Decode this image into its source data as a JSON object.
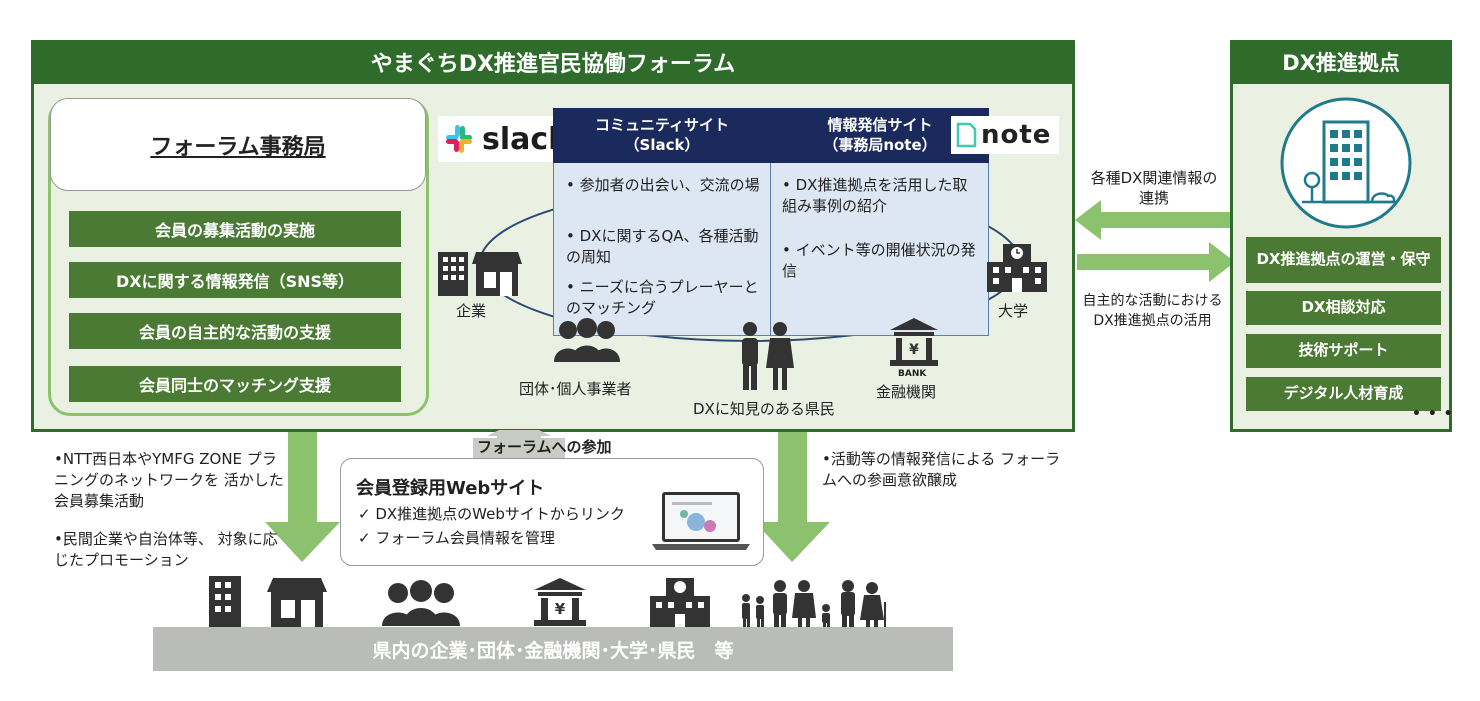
{
  "forum": {
    "title": "やまぐちDX推進官民協働フォーラム"
  },
  "office": {
    "title": "フォーラム事務局",
    "tasks": [
      "会員の募集活動の実施",
      "DXに関する情報発信（SNS等）",
      "会員の自主的な活動の支援",
      "会員同士のマッチング支援"
    ]
  },
  "sites": {
    "slack_logo": "slack",
    "note_logo": "note",
    "community": {
      "title": "コミュニティサイト",
      "sub": "（Slack）",
      "bullets": [
        "参加者の出会い、交流の場",
        "DXに関するQA、各種活動の周知",
        "ニーズに合うプレーヤーとのマッチング"
      ]
    },
    "info": {
      "title": "情報発信サイト",
      "sub": "（事務局note）",
      "bullets": [
        "DX推進拠点を活用した取組み事例の紹介",
        "イベント等の開催状況の発信"
      ]
    }
  },
  "actors": {
    "company": "企業",
    "university": "大学",
    "groups": "団体･個人事業者",
    "experts": "DXに知見のある県民",
    "bank": "金融機関",
    "bank_sign": "BANK",
    "yen": "¥"
  },
  "hub": {
    "title": "DX推進拠点",
    "items": [
      "DX推進拠点の運営・保守",
      "DX相談対応",
      "技術サポート",
      "デジタル人材育成"
    ],
    "more": "• • •"
  },
  "arrows": {
    "to_forum": "各種DX関連情報の連携",
    "to_hub": "自主的な活動における DX推進拠点の活用",
    "participate": "フォーラムへの参加"
  },
  "left_notes": [
    "•NTT西日本やYMFG ZONE プラニングのネットワークを 活かした会員募集活動",
    "•民間企業や自治体等、 対象に応じたプロモーション"
  ],
  "right_notes": [
    "•活動等の情報発信による フォーラムへの参画意欲醸成"
  ],
  "web": {
    "title": "会員登録用Webサイト",
    "items": [
      "✓ DX推進拠点のWebサイトからリンク",
      "✓ フォーラム会員情報を管理"
    ]
  },
  "bottom": {
    "label": "県内の企業･団体･金融機関･大学･県民　等"
  },
  "colors": {
    "dark_green": "#2f6b2a",
    "mid_green": "#4a7a33",
    "light_green": "#8cc26e",
    "navy": "#1b2a5c",
    "light_blue": "#dce7f3"
  }
}
